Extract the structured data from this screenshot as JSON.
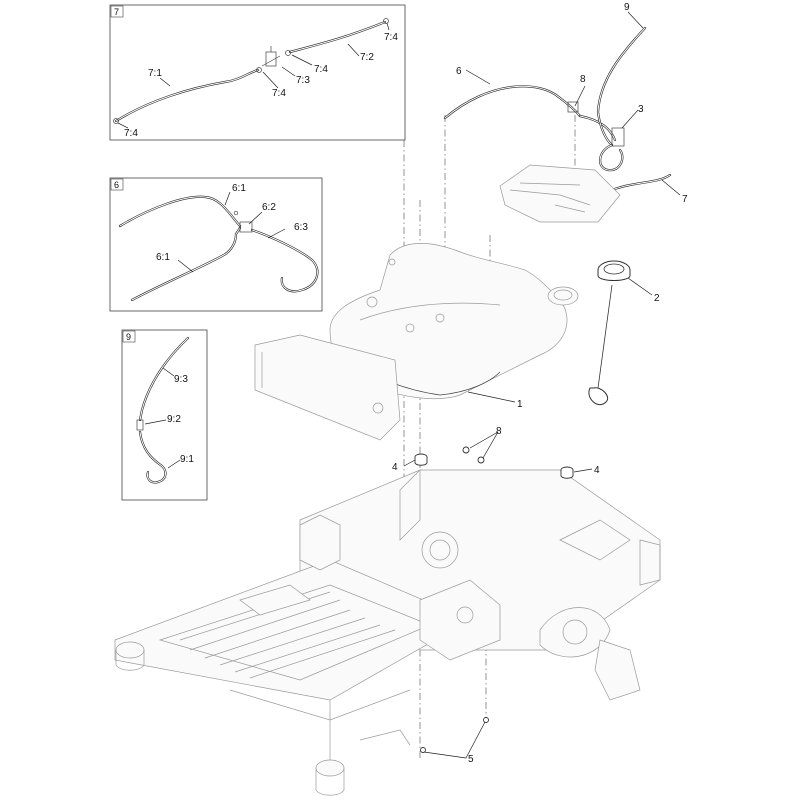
{
  "detail_boxes": [
    {
      "id": "box-7",
      "tag": "7",
      "labels": [
        "7:1",
        "7:2",
        "7:3",
        "7:4",
        "7:4",
        "7:4",
        "7:4"
      ]
    },
    {
      "id": "box-6",
      "tag": "6",
      "labels": [
        "6:1",
        "6:1",
        "6:2",
        "6:3"
      ]
    },
    {
      "id": "box-9",
      "tag": "9",
      "labels": [
        "9:3",
        "9:2",
        "9:1"
      ]
    }
  ],
  "callouts": {
    "c1": "1",
    "c2": "2",
    "c3": "3",
    "c4a": "4",
    "c4b": "4",
    "c5": "5",
    "c6": "6",
    "c7": "7",
    "c8a": "8",
    "c8b": "8",
    "c9": "9"
  }
}
